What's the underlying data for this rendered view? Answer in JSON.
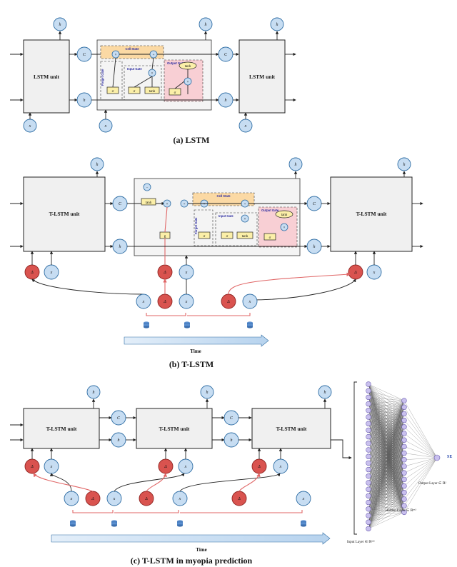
{
  "captions": {
    "a": "(a) LSTM",
    "b": "(b) T-LSTM",
    "c": "(c) T-LSTM in myopia prediction"
  },
  "units": {
    "lstm": "LSTM unit",
    "tlstm": "T-LSTM unit"
  },
  "bands": {
    "cell_state": "Cell State",
    "input_gate": "Input Gate",
    "output_gate": "Output Gate",
    "forget_gate": "Forget Gate"
  },
  "time_label": "Time",
  "nn": {
    "output": "SE",
    "output_layer": "Output Layer ∈ ℝ¹",
    "hidden_layer": "Hidden Layer ∈ ℝⁿˣ¹",
    "input_layer": "Input Layer ∈ ℝⁿˣ¹"
  },
  "colors": {
    "node_fill": "#c7ddf2",
    "delta_fill": "#d9534f",
    "gate_fill": "#fbefa8",
    "cell_state_band": "#fbd9a4",
    "output_band": "#f8cfd4",
    "time_arrow": "#cfe3f5",
    "neuron": "#c9c0ee"
  },
  "icons": [
    "database-icon"
  ]
}
